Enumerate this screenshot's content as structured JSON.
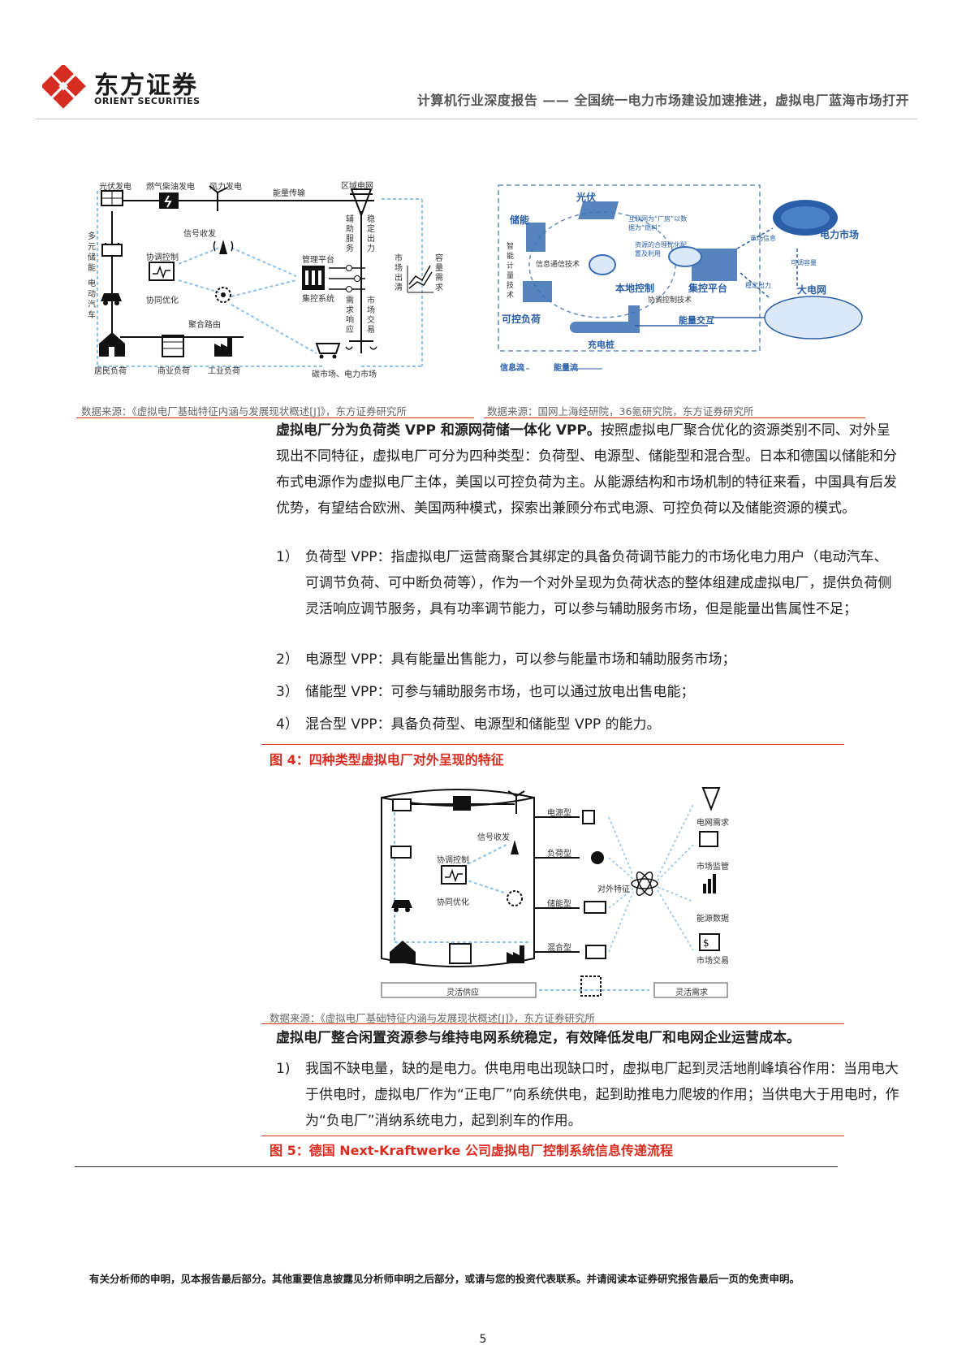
{
  "header": {
    "logo_cn": "东方证券",
    "logo_en": "ORIENT SECURITIES",
    "report_title": "计算机行业深度报告 —— 全国统一电力市场建设加速推进，虚拟电厂蓝海市场打开"
  },
  "figure_left": {
    "labels": {
      "solar": "光伏发电",
      "gas": "燃气柴油发电",
      "wind": "风力发电",
      "energy": "能量传输",
      "grid": "区域电网",
      "storage": "多元储能",
      "ev": "电动汽车",
      "signal": "信号收发",
      "coord_ctrl": "协调控制",
      "coord_opt": "协同优化",
      "aggregate": "聚合路由",
      "mgmt": "管理平台",
      "central": "集控系统",
      "aux": "辅助服务",
      "stable": "稳定出力",
      "demand": "需求响应",
      "trade": "市场交易",
      "market_clear": "市场出清",
      "capacity": "容量需求",
      "res": "居民负荷",
      "com": "商业负荷",
      "ind": "工业负荷",
      "carbon": "碳市场、电力市场"
    },
    "source": "数据来源：《虚拟电厂基础特征内涵与发展现状概述[J]》，东方证券研究所"
  },
  "figure_right": {
    "labels": {
      "pv": "光伏",
      "storage": "储能",
      "smart": "智能计量技术",
      "internet": "互联网为“厂房”以数据为“燃料”",
      "optimize": "资源的合理优化配置及利用",
      "info_tech": "信息通信技术",
      "local": "本地控制",
      "central": "集控平台",
      "coord_tech": "协调控制技术",
      "market_info": "市场信息",
      "stable": "稳定出力",
      "dispatch": "可调容量",
      "power_market": "电力市场",
      "big_grid": "大电网",
      "ctrl_load": "可控负荷",
      "energy_x": "能量交互",
      "charger": "充电桩",
      "legend_info": "信息流",
      "legend_energy": "能量流"
    },
    "source": "数据来源：国网上海经研院，36氪研究院，东方证券研究所"
  },
  "section1": {
    "bold": "虚拟电厂分为负荷类 VPP 和源网荷储一体化 VPP。",
    "body": "按照虚拟电厂聚合优化的资源类别不同、对外呈现出不同特征，虚拟电厂可分为四种类型：负荷型、电源型、储能型和混合型。日本和德国以储能和分布式电源作为虚拟电厂主体，美国以可控负荷为主。从能源结构和市场机制的特征来看，中国具有后发优势，有望结合欧洲、美国两种模式，探索出兼顾分布式电源、可控负荷以及储能资源的模式。",
    "items": [
      {
        "num": "1）",
        "text": "负荷型 VPP：指虚拟电厂运营商聚合其绑定的具备负荷调节能力的市场化电力用户（电动汽车、可调节负荷、可中断负荷等），作为一个对外呈现为负荷状态的整体组建成虚拟电厂，提供负荷侧灵活响应调节服务，具有功率调节能力，可以参与辅助服务市场，但是能量出售属性不足；"
      },
      {
        "num": "2）",
        "text": "电源型 VPP：具有能量出售能力，可以参与能量市场和辅助服务市场；"
      },
      {
        "num": "3）",
        "text": "储能型 VPP：可参与辅助服务市场，也可以通过放电出售电能；"
      },
      {
        "num": "4）",
        "text": "混合型 VPP：具备负荷型、电源型和储能型 VPP 的能力。"
      }
    ]
  },
  "figure4": {
    "title": "图 4：四种类型虚拟电厂对外呈现的特征",
    "labels": {
      "signal": "信号收发",
      "coord_ctrl": "协调控制",
      "coord_opt": "协同优化",
      "power_type": "电源型",
      "load_type": "负荷型",
      "storage_type": "储能型",
      "mixed_type": "混合型",
      "external": "对外特征",
      "grid_need": "电网需求",
      "market_reg": "市场监管",
      "energy_data": "能源数据",
      "market_trade": "市场交易",
      "flex_supply": "灵活供应",
      "flex_demand": "灵活需求"
    },
    "source": "数据来源：《虚拟电厂基础特征内涵与发展现状概述[J]》，东方证券研究所"
  },
  "section2": {
    "bold": "虚拟电厂整合闲置资源参与维持电网系统稳定，有效降低发电厂和电网企业运营成本。",
    "items": [
      {
        "num": "1)",
        "text": "我国不缺电量，缺的是电力。供电用电出现缺口时，虚拟电厂起到灵活地削峰填谷作用：当用电大于供电时，虚拟电厂作为“正电厂”向系统供电，起到助推电力爬坡的作用；当供电大于用电时，作为“负电厂”消纳系统电力，起到刹车的作用。"
      }
    ]
  },
  "figure5": {
    "title": "图 5：德国 Next-Kraftwerke 公司虚拟电厂控制系统信息传递流程"
  },
  "footer": {
    "disclaimer": "有关分析师的申明，见本报告最后部分。其他重要信息披露见分析师申明之后部分，或请与您的投资代表联系。并请阅读本证券研究报告最后一页的免责申明。",
    "page": "5"
  },
  "colors": {
    "brand_red": "#d62d20",
    "diagram_blue": "#2a5fa8",
    "dash_blue": "#8ec1ea"
  }
}
